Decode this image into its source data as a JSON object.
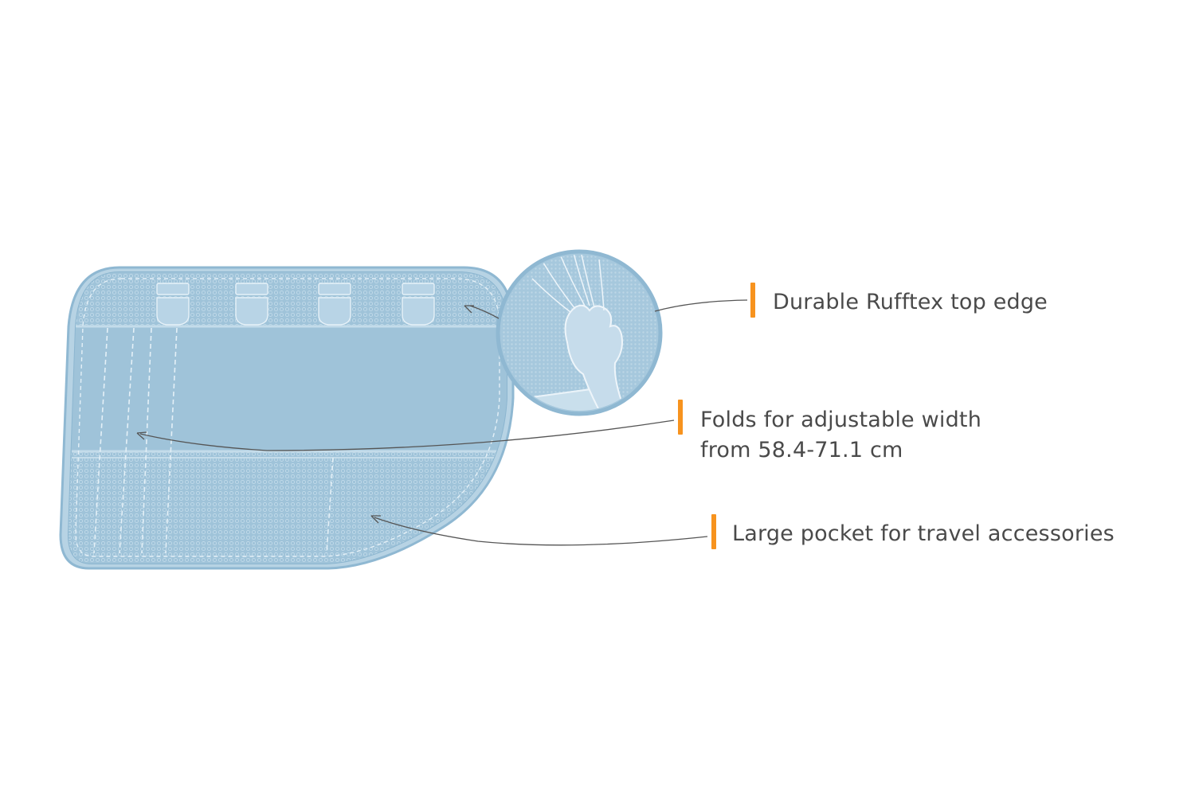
{
  "colors": {
    "accent": "#f7931e",
    "panel_fill": "#9fc3d9",
    "panel_edge": "#7fb0ce",
    "text": "#4a4a4a",
    "leader": "#555555"
  },
  "callouts": [
    {
      "text": "Durable Rufftex top edge"
    },
    {
      "text": "Folds for adjustable width\nfrom 58.4-71.1 cm"
    },
    {
      "text": "Large pocket for travel accessories"
    }
  ],
  "icons": {
    "zoom_detail": "paw-scratch-icon",
    "hooks": "hook-loop-icon"
  }
}
